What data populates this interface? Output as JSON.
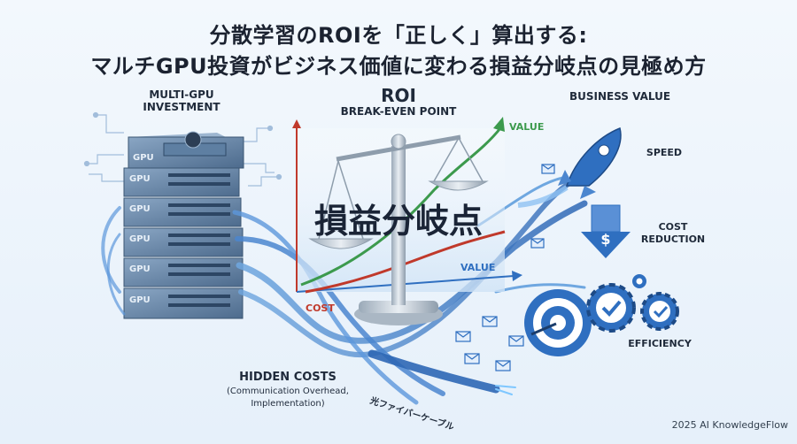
{
  "title": {
    "line1": "分散学習のROIを「正しく」算出する:",
    "line2": "マルチGPU投資がビジネス価値に変わる損益分岐点の見極め方"
  },
  "left": {
    "investment_label_1": "MULTI-GPU",
    "investment_label_2": "INVESTMENT",
    "gpu_labels": [
      "GPU",
      "GPU",
      "GPU",
      "GPU",
      "GPU",
      "GPU"
    ],
    "hidden_costs_title": "HIDDEN COSTS",
    "hidden_costs_detail_1": "(Communication Overhead,",
    "hidden_costs_detail_2": "Implementation)"
  },
  "center": {
    "roi_title": "ROI",
    "roi_subtitle": "BREAK-EVEN POINT",
    "breakeven_text": "損益分岐点",
    "chart_value_top": "VALUE",
    "chart_value_bottom": "VALUE",
    "chart_cost": "COST",
    "fiber_label": "光ファイバーケーブル"
  },
  "right": {
    "business_value": "BUSINESS VALUE",
    "speed": "SPEED",
    "cost_reduction_1": "COST",
    "cost_reduction_2": "REDUCTION",
    "efficiency": "EFFICIENCY"
  },
  "footer": {
    "credit": "2025 AI KnowledgeFlow"
  },
  "colors": {
    "accent_blue": "#2f6fc0",
    "cost_red": "#c0392b",
    "value_green": "#3c9a4d",
    "steel": "#b9c4cf"
  }
}
